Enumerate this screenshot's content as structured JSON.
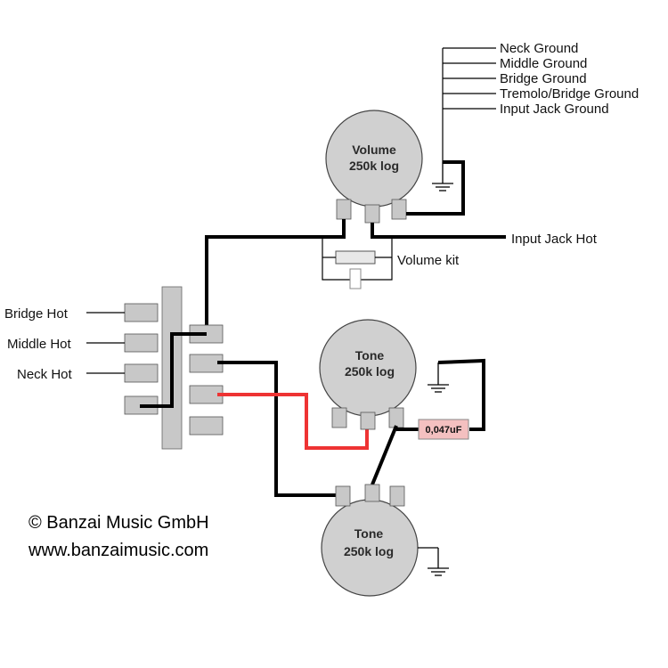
{
  "ground_labels": [
    "Neck Ground",
    "Middle Ground",
    "Bridge Ground",
    "Tremolo/Bridge Ground",
    "Input Jack Ground"
  ],
  "pickup_labels": [
    "Bridge Hot",
    "Middle Hot",
    "Neck Hot"
  ],
  "volume_pot": {
    "name": "Volume",
    "value": "250k log"
  },
  "tone_pot_1": {
    "name": "Tone",
    "value": "250k log"
  },
  "tone_pot_2": {
    "name": "Tone",
    "value": "250k log"
  },
  "input_jack_hot": "Input Jack Hot",
  "volume_kit": "Volume kit",
  "capacitor": "0,047uF",
  "copyright": "© Banzai Music GmbH",
  "website": "www.banzaimusic.com",
  "colors": {
    "wire": "#000000",
    "tone_wire": "#ee3333",
    "capacitor_fill": "#f4c0c0",
    "pot_fill": "#d0d0d0",
    "lug_fill": "#c8c8c8"
  }
}
